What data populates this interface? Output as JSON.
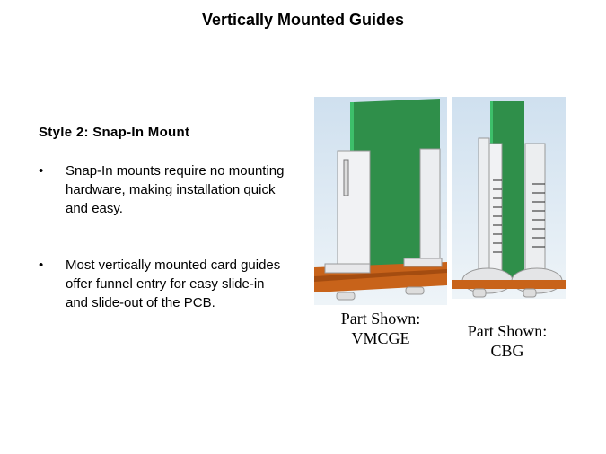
{
  "title": "Vertically Mounted Guides",
  "subtitle": "Style 2: Snap-In Mount",
  "bullets": [
    {
      "marker": "•",
      "text": "Snap-In mounts require no mounting hardware, making installation quick and easy."
    },
    {
      "marker": "•",
      "text": "Most vertically mounted card guides offer funnel entry for easy slide-in and slide-out of the PCB."
    }
  ],
  "figures": [
    {
      "caption_line1": "Part Shown:",
      "caption_line2": "VMCGE"
    },
    {
      "caption_line1": "Part Shown:",
      "caption_line2": "CBG"
    }
  ]
}
